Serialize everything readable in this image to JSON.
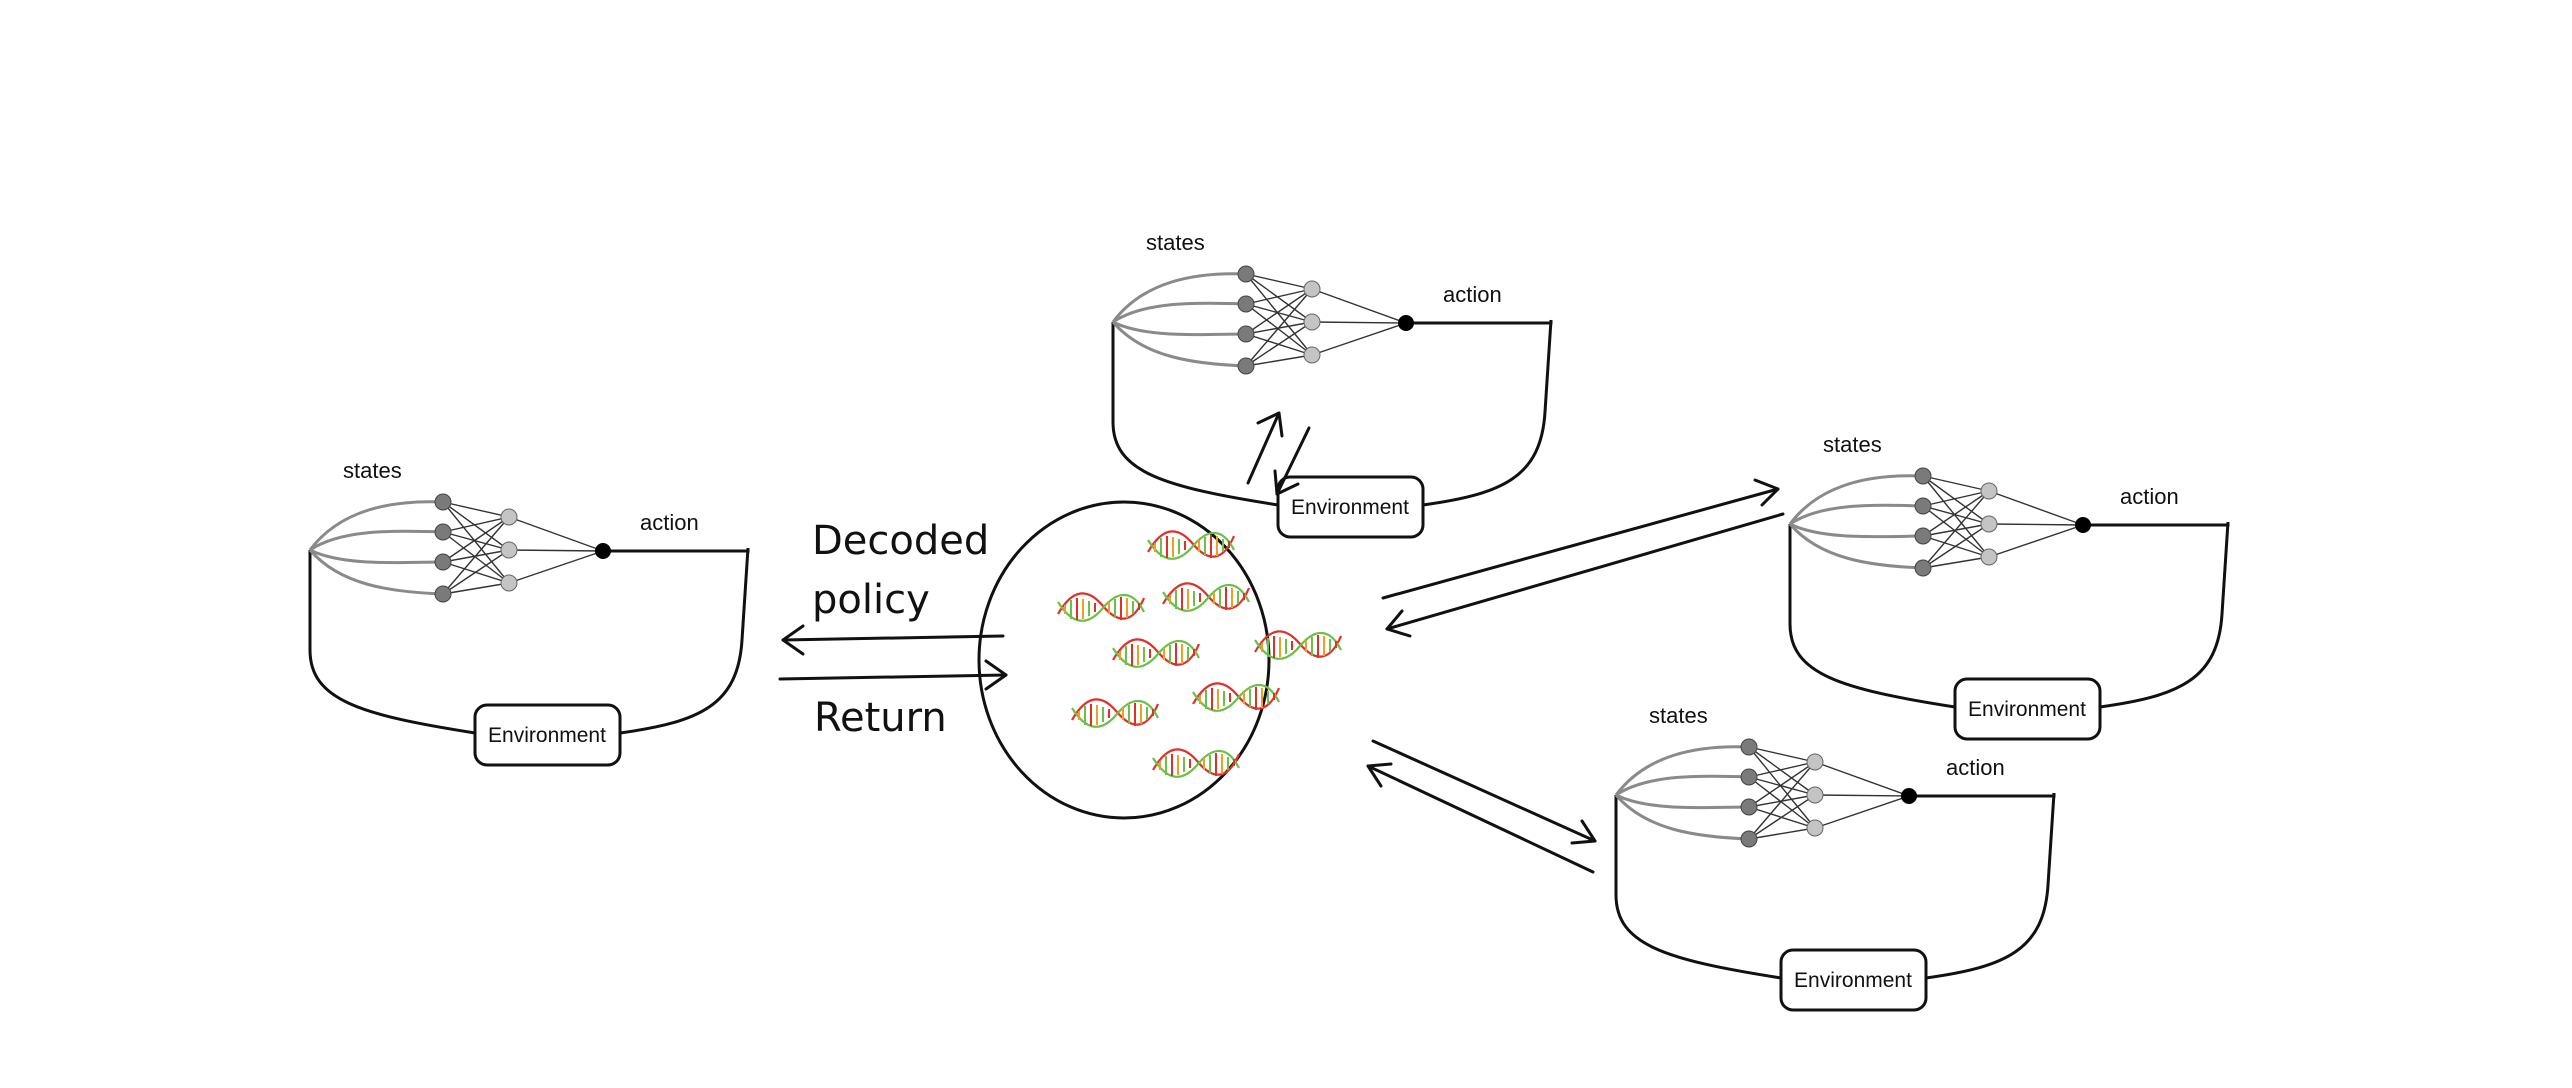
{
  "labels": {
    "states": "states",
    "action": "action",
    "environment": "Environment",
    "decoded_policy_line1": "Decoded",
    "decoded_policy_line2": "policy",
    "return": "Return"
  },
  "colors": {
    "line": "#111111",
    "curve": "#8a8a8a",
    "input_node": "#7a7a7a",
    "hidden_node": "#c4c4c4",
    "output_node": "#000000",
    "dna_red": "#e0302a",
    "dna_orange": "#f0a020",
    "dna_green": "#6cc04a"
  },
  "agent_units": [
    {
      "id": "left"
    },
    {
      "id": "top"
    },
    {
      "id": "right"
    },
    {
      "id": "bottom-right"
    }
  ],
  "population": {
    "genome_count": 8,
    "genome_icon": "dna-icon"
  }
}
